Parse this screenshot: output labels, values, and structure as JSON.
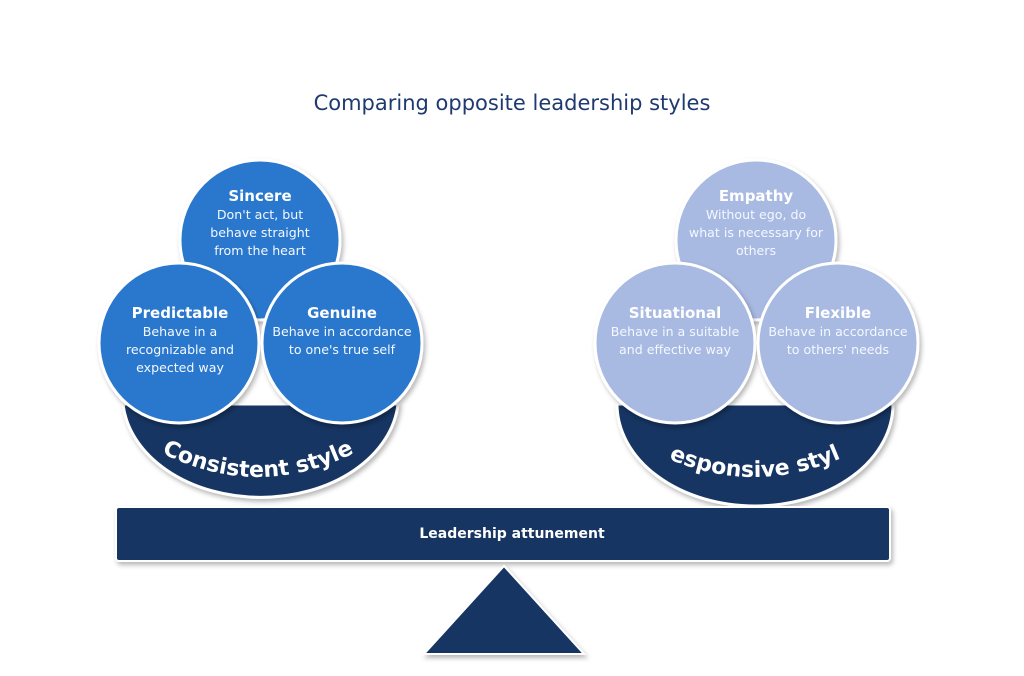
{
  "title": "Comparing opposite leadership styles",
  "beam_label": "Leadership attunement",
  "colors": {
    "title": "#1f3a6e",
    "consistent_bubble": "#2a78cd",
    "responsive_bubble": "#a8b9e2",
    "bowl": "#153462",
    "beam": "#153462",
    "fulcrum": "#153462"
  },
  "consistent": {
    "label": "Consistent style",
    "bubbles": [
      {
        "title": "Sincere",
        "lines": [
          "Don't act, but",
          "behave straight",
          "from the heart"
        ]
      },
      {
        "title": "Predictable",
        "lines": [
          "Behave in a",
          "recognizable and",
          "expected way"
        ]
      },
      {
        "title": "Genuine",
        "lines": [
          "Behave in accordance",
          "to one's true self"
        ]
      }
    ]
  },
  "responsive": {
    "label": "Responsive style",
    "bubbles": [
      {
        "title": "Empathy",
        "lines": [
          "Without ego, do",
          "what is necessary for",
          "others"
        ]
      },
      {
        "title": "Situational",
        "lines": [
          "Behave in a suitable",
          "and effective way"
        ]
      },
      {
        "title": "Flexible",
        "lines": [
          "Behave in accordance",
          "to others' needs"
        ]
      }
    ]
  }
}
